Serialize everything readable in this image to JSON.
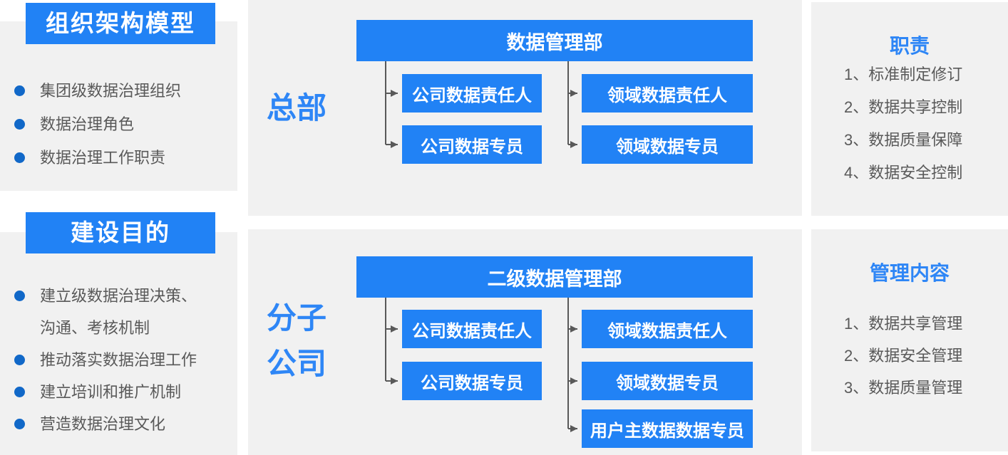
{
  "colors": {
    "panel_bg": "#F1F1F1",
    "box_blue": "#2182F5",
    "text_blue": "#2E86F6",
    "bullet_blue": "#1168C8",
    "body_text": "#595959",
    "connector": "#595959"
  },
  "left_column": {
    "org_model": {
      "title": "组织架构模型",
      "items": [
        "集团级数据治理组织",
        "数据治理角色",
        "数据治理工作职责"
      ]
    },
    "purpose": {
      "title": "建设目的",
      "items": [
        "建立级数据治理决策、沟通、考核机制",
        "推动落实数据治理工作",
        "建立培训和推广机制",
        "营造数据治理文化"
      ]
    }
  },
  "hq": {
    "label": "总部",
    "root": "数据管理部",
    "children_left": [
      "公司数据责任人",
      "公司数据专员"
    ],
    "children_right": [
      "领域数据责任人",
      "领域数据专员"
    ]
  },
  "subsidiary": {
    "label": "分子\n公司",
    "root": "二级数据管理部",
    "children_left": [
      "公司数据责任人",
      "公司数据专员"
    ],
    "children_right": [
      "领域数据责任人",
      "领域数据专员",
      "用户主数据数据专员"
    ]
  },
  "duties": {
    "title": "职责",
    "items": [
      "1、标准制定修订",
      "2、数据共享控制",
      "3、数据质量保障",
      "4、数据安全控制"
    ]
  },
  "management": {
    "title": "管理内容",
    "items": [
      "1、数据共享管理",
      "2、数据安全管理",
      "3、数据质量管理"
    ]
  }
}
